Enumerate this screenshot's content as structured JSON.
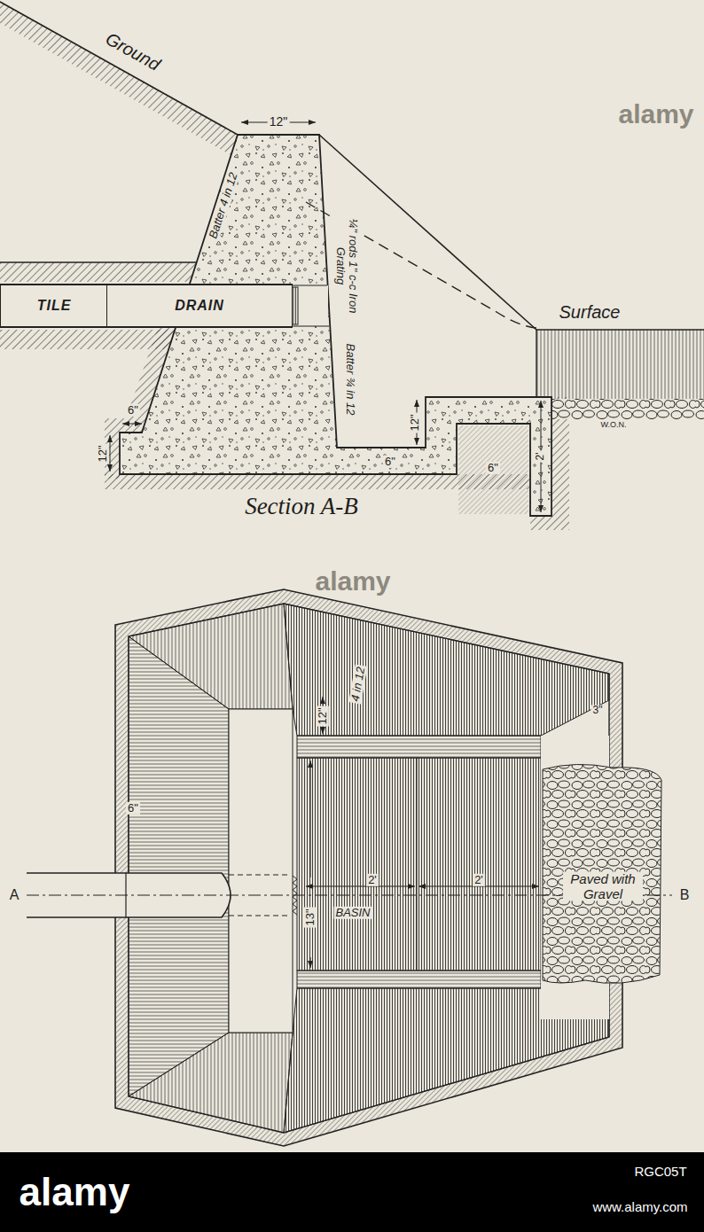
{
  "diagram": {
    "nodes": [
      {
        "text": [
          "TILE"
        ]
      },
      {
        "text": [
          "DRAIN"
        ]
      }
    ],
    "labels": [
      "Ground",
      "12\"",
      "Batter 4 in 12",
      "¼\" rods 1\" c-c Iron Grating",
      "Batter ¾ in 12",
      "Surface",
      "12\"",
      "6\"",
      "12\"",
      "6\"",
      "2'",
      "6\"",
      "W.O.N.",
      "Section A-B",
      "A",
      "B",
      "6\"",
      "4 in 12",
      "12\"",
      "3\"",
      "13\"",
      "2'",
      "2'",
      "BASIN",
      "Paved with Gravel",
      "alamy",
      "alamy",
      "alamy",
      "RGC05T",
      "www.alamy.com"
    ]
  }
}
